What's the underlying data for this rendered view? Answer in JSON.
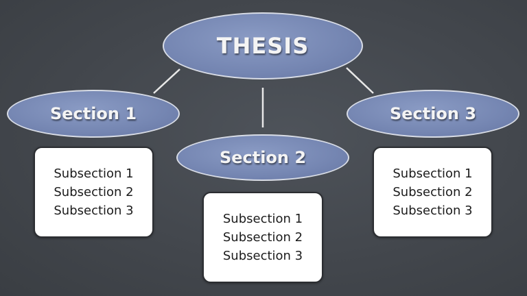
{
  "diagram": {
    "root": {
      "label": "THESIS"
    },
    "sections": [
      {
        "label": "Section 1",
        "subsections": [
          "Subsection 1",
          "Subsection 2",
          "Subsection 3"
        ]
      },
      {
        "label": "Section 2",
        "subsections": [
          "Subsection 1",
          "Subsection 2",
          "Subsection 3"
        ]
      },
      {
        "label": "Section 3",
        "subsections": [
          "Subsection 1",
          "Subsection 2",
          "Subsection 3"
        ]
      }
    ]
  },
  "colors": {
    "background": "#43474d",
    "node_fill": "#7586b2",
    "node_border": "#d9dde6",
    "node_text": "#f4f4f4",
    "box_fill": "#ffffff",
    "connector": "#e8e8e8"
  }
}
